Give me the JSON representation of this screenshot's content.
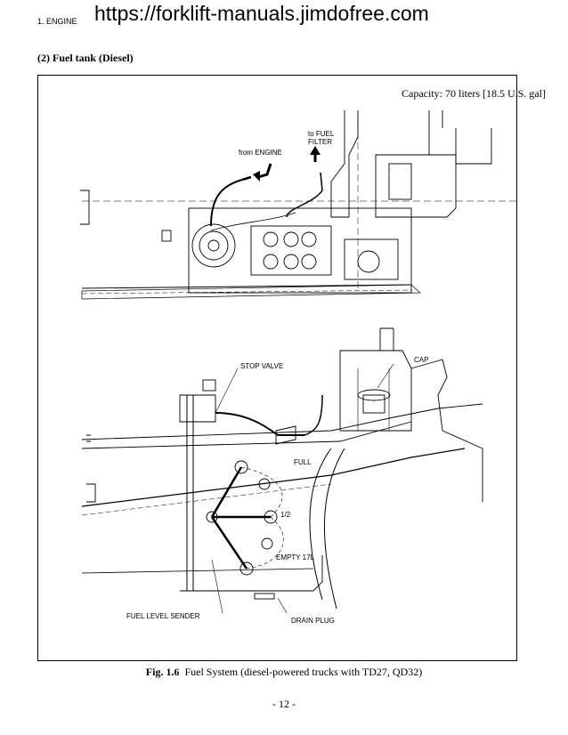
{
  "header": {
    "section": "1.  ENGINE",
    "url": "https://forklift-manuals.jimdofree.com"
  },
  "title": "(2) Fuel tank (Diesel)",
  "figure": {
    "capacity": "Capacity: 70 liters [18.5 U.S. gal]",
    "labels": {
      "to_fuel": "to FUEL",
      "filter": "FILTER",
      "from_engine": "from ENGINE",
      "cap": "CAP",
      "stop_valve": "STOP VALVE",
      "full": "FULL",
      "half": "1/2",
      "empty": "EMPTY 17L",
      "fuel_level_sender": "FUEL LEVEL SENDER",
      "drain_plug": "DRAIN PLUG"
    }
  },
  "caption": {
    "number": "Fig. 1.6",
    "text": "Fuel System (diesel-powered trucks with TD27, QD32)"
  },
  "page_number": "- 12 -"
}
